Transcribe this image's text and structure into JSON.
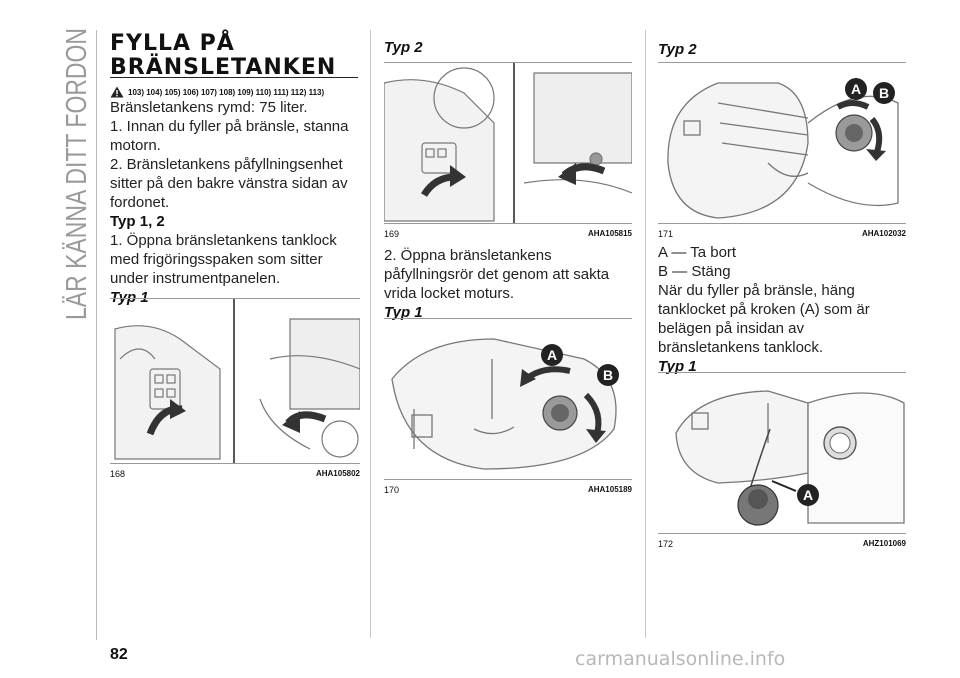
{
  "sidebar": {
    "section_title": "LÄR KÄNNA DITT FORDON"
  },
  "section": {
    "heading_line1": "FYLLA PÅ",
    "heading_line2": "BRÄNSLETANKEN",
    "refs": "103) 104) 105) 106) 107) 108) 109) 110) 111) 112) 113)"
  },
  "col1": {
    "p1": "Bränsletankens rymd: 75 liter.",
    "p2": "1. Innan du fyller på bränsle, stanna motorn.",
    "p3": "2. Bränsletankens påfyllningsenhet sitter på den bakre vänstra sidan av fordonet.",
    "sub1": "Typ 1, 2",
    "p4": "1. Öppna bränsletankens tanklock med frigöringsspaken som sitter under instrumentpanelen.",
    "sub2": "Typ 1"
  },
  "col2": {
    "sub1": "Typ 2",
    "p1": "2. Öppna bränsletankens påfyllningsrör det genom att sakta vrida locket moturs.",
    "sub2": "Typ 1"
  },
  "col3": {
    "sub1": "Typ 2",
    "legend_a": "A — Ta bort",
    "legend_b": "B — Stäng",
    "p1": "När du fyller på bränsle, häng tanklocket på kroken (A) som är belägen på insidan av bränsletankens tanklock.",
    "sub2": "Typ 1"
  },
  "figures": [
    {
      "number": "168",
      "code": "AHA105802"
    },
    {
      "number": "169",
      "code": "AHA105815"
    },
    {
      "number": "170",
      "code": "AHA105189"
    },
    {
      "number": "171",
      "code": "AHA102032"
    },
    {
      "number": "172",
      "code": "AHZ101069"
    }
  ],
  "callouts": {
    "a": "A",
    "b": "B"
  },
  "footer": {
    "page_number": "82",
    "watermark": "carmanualsonline.info"
  }
}
